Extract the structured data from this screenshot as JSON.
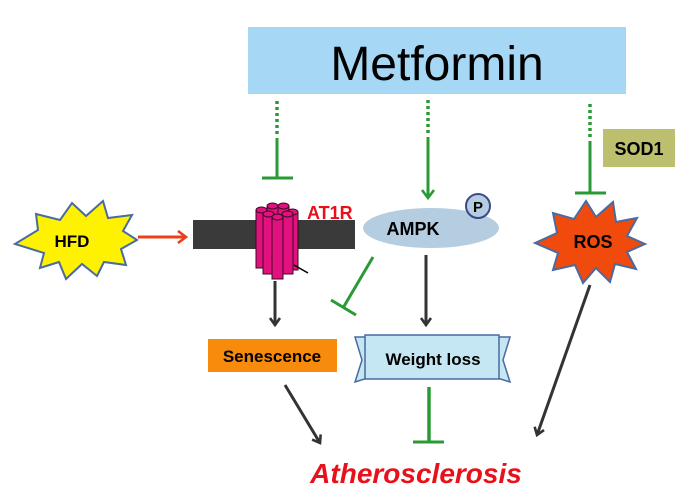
{
  "title": "Metformin",
  "nodes": {
    "metformin": {
      "label": "Metformin",
      "color": "#a6d8f6"
    },
    "hfd": {
      "label": "HFD",
      "color": "#fff200"
    },
    "at1r": {
      "label": "AT1R",
      "label_color": "#e8101a",
      "color": "#e3117f"
    },
    "ampk": {
      "label": "AMPK",
      "color": "#b5cde0",
      "phospho_label": "P"
    },
    "ros": {
      "label": "ROS",
      "color": "#f04a0c"
    },
    "sod1": {
      "label": "SOD1",
      "color": "#bcc06e"
    },
    "senescence": {
      "label": "Senescence",
      "color": "#f88a0c"
    },
    "weight_loss": {
      "label": "Weight loss",
      "color": "#c5e6f3"
    },
    "atherosclerosis": {
      "label": "Atherosclerosis",
      "color": "#e8101a"
    }
  },
  "edges": [
    {
      "from": "Metformin",
      "to": "AT1R",
      "type": "inhibition",
      "style": "dotted-to-solid"
    },
    {
      "from": "Metformin",
      "to": "AMPK",
      "type": "activation",
      "style": "dotted-to-solid"
    },
    {
      "from": "Metformin",
      "to": "ROS",
      "type": "inhibition",
      "style": "dotted-to-solid"
    },
    {
      "from": "HFD",
      "to": "AT1R",
      "type": "activation"
    },
    {
      "from": "AT1R",
      "to": "Senescence",
      "type": "activation"
    },
    {
      "from": "AMPK",
      "to": "Senescence",
      "type": "inhibition"
    },
    {
      "from": "AMPK",
      "to": "Weight loss",
      "type": "activation"
    },
    {
      "from": "Senescence",
      "to": "Atherosclerosis",
      "type": "activation"
    },
    {
      "from": "Weight loss",
      "to": "Atherosclerosis",
      "type": "inhibition"
    },
    {
      "from": "ROS",
      "to": "Atherosclerosis",
      "type": "activation"
    }
  ],
  "colors": {
    "inhibit_green": "#2a9a35",
    "arrow_dark": "#333333",
    "hfd_arrow": "#e8401a",
    "membrane": "#3a3a3a",
    "outline_blue": "#4a6aa0"
  }
}
